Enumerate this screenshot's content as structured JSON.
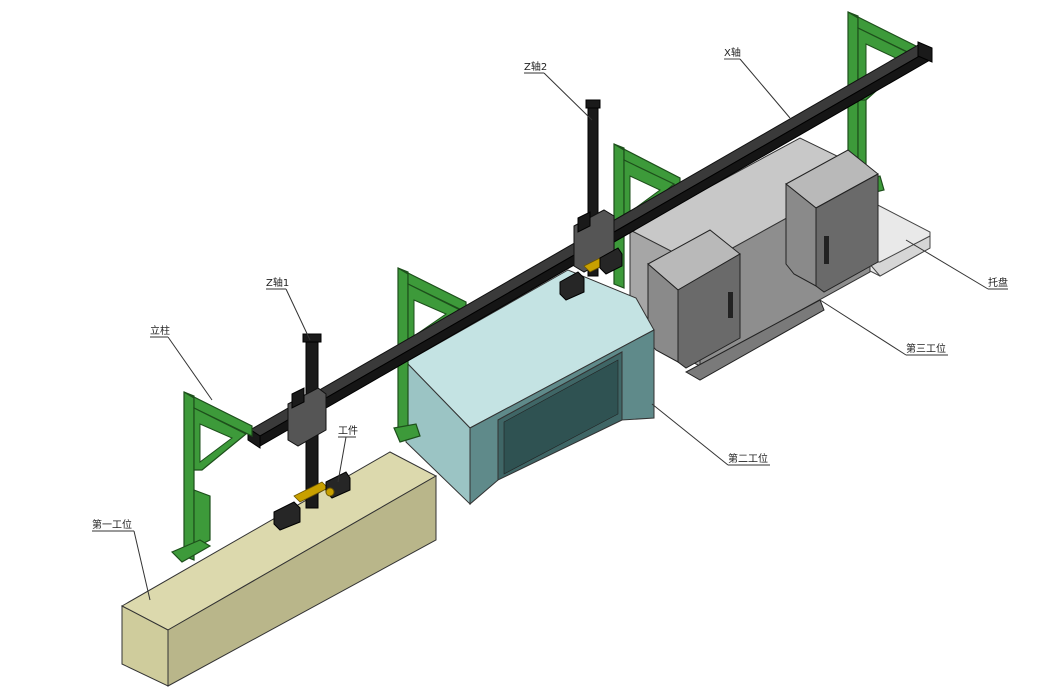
{
  "labels": {
    "x_axis": "X轴",
    "z_axis_2": "Z轴2",
    "z_axis_1": "Z轴1",
    "column": "立柱",
    "workpiece": "工件",
    "station_1": "第一工位",
    "station_2": "第二工位",
    "station_3": "第三工位",
    "tray": "托盘"
  },
  "colors": {
    "frame_green": "#3d9a3a",
    "station_1": "#cfcc9c",
    "station_2": "#a8cfcf",
    "station_3": "#9a9a9a",
    "tray": "#ececec",
    "beam": "#1a1a1a"
  }
}
